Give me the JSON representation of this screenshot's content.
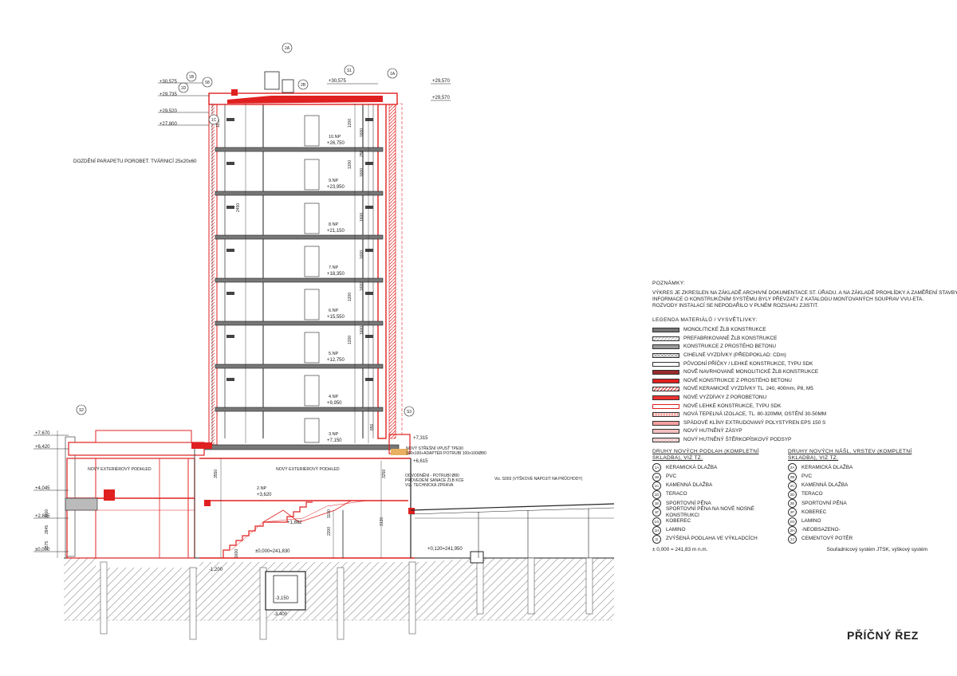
{
  "title": "PŘÍČNÝ ŘEZ",
  "notes": {
    "heading": "POZNÁMKY:",
    "lines": [
      "VÝKRES JE ZKRESLEN NA ZÁKLADĚ ARCHIVNÍ DOKUMENTACE ST. ÚŘADU. A NA ZÁKLADĚ PROHLÍDKY A ZAMĚŘENÍ STAVBY.",
      "INFORMACE O KONSTRUKČNÍM SYSTÉMU BYLY PŘEVZATY Z KATALOGU MONTOVANÝCH SOUPRAV VVU-ETA.",
      "ROZVODY INSTALACÍ SE NEPODAŘILO V PLNÉM ROZSAHU ZJISTIT."
    ]
  },
  "legend": {
    "heading": "LEGENDA MATERIÁLŮ / VYSVĚTLIVKY:",
    "items": [
      {
        "label": "MONOLITICKÉ ŽLB KONSTRUKCE",
        "fill": "#777777",
        "pattern": "solid"
      },
      {
        "label": "PREFABRIKOVANÉ ŽLB KONSTRUKCE",
        "fill": "#bbbbbb",
        "pattern": "hatch"
      },
      {
        "label": "KONSTRUKCE Z PROSTÉHO BETONU",
        "fill": "#999999",
        "pattern": "solid"
      },
      {
        "label": "CIHELNÉ VYZDÍVKY (PŘEDPOKLAD: CDm)",
        "fill": "#aaaaaa",
        "pattern": "cross"
      },
      {
        "label": "PŮVODNÍ PŘÍČKY / LEHKÉ KONSTRUKCE, TYPU SDK",
        "fill": "#ffffff",
        "pattern": "solid"
      },
      {
        "label": "NOVĚ NAVRHOVANÉ MONOLITICKÉ ŽLB KONSTRUKCE",
        "fill": "#9a2a2a",
        "pattern": "solid"
      },
      {
        "label": "NOVÉ KONSTRUKCE Z PROSTÉHO BETONU",
        "fill": "#e02020",
        "pattern": "solid"
      },
      {
        "label": "NOVÉ KERAMICKÉ VYZDÍVKY TL. 240, 400mm, P8, M5",
        "fill": "#e03030",
        "pattern": "hatch"
      },
      {
        "label": "NOVÉ VYZDÍVKY Z POROBETONU",
        "fill": "#ee3333",
        "pattern": "solid"
      },
      {
        "label": "NOVÉ LEHKÉ KONSTRUKCE, TYPU SDK",
        "fill": "#ffffff",
        "pattern": "red-outline"
      },
      {
        "label": "NOVÁ TEPELNÁ IZOLACE, TL. 80-320MM, OSTĚNÍ 30-50MM",
        "fill": "#f08080",
        "pattern": "dots"
      },
      {
        "label": "SPÁDOVÉ KLÍNY EXTRUDOVANÝ POLYSTYREN EPS 150 S",
        "fill": "#f4a0a0",
        "pattern": "solid"
      },
      {
        "label": "NOVÝ HUTNĚNÝ ZÁSYP",
        "fill": "#f3c0c0",
        "pattern": "solid"
      },
      {
        "label": "NOVÝ HUTNĚNÝ ŠTĚRKOPÍSKOVÝ PODSYP",
        "fill": "#e8b0b0",
        "pattern": "cross"
      }
    ]
  },
  "floors": {
    "heading": "DRUHY NOVÝCH PODLAH (KOMPLETNÍ SKLADBA), VIZ TZ.",
    "items": [
      {
        "code": "1A",
        "label": "KERAMICKÁ DLAŽBA"
      },
      {
        "code": "1B",
        "label": "PVC"
      },
      {
        "code": "1C",
        "label": "KAMENNÁ DLAŽBA"
      },
      {
        "code": "1D",
        "label": "TERACO"
      },
      {
        "code": "1E",
        "label": "SPORTOVNÍ PĚNA"
      },
      {
        "code": "1F",
        "label": "SPORTOVNÍ PĚNA NA NOVÉ NOSNÉ KONSTRUKCI"
      },
      {
        "code": "1G",
        "label": "KOBEREC"
      },
      {
        "code": "1H",
        "label": "LAMINO"
      },
      {
        "code": "1I",
        "label": "ZVÝŠENÁ PODLAHA VE VÝKLADCÍCH"
      }
    ]
  },
  "layers": {
    "heading": "DRUHY NOVÝCH NÁŠL. VRSTEV (KOMPLETNÍ SKLADBA), VIZ TZ.",
    "items": [
      {
        "code": "2A",
        "label": "KERAMICKÁ DLAŽBA"
      },
      {
        "code": "2B",
        "label": "PVC"
      },
      {
        "code": "2C",
        "label": "KAMENNÁ DLAŽBA"
      },
      {
        "code": "2D",
        "label": "TERACO"
      },
      {
        "code": "2E",
        "label": "SPORTOVNÍ PĚNA"
      },
      {
        "code": "2F",
        "label": "KOBEREC"
      },
      {
        "code": "2G",
        "label": "LAMINO"
      },
      {
        "code": "2H",
        "label": "-NEOBSAZENO-"
      },
      {
        "code": "2J",
        "label": "CEMENTOVÝ POTĚR"
      }
    ]
  },
  "datum": "± 0,000 = 241,83 m n.m.",
  "coords": "Souřadnicový systém JTSK, výškový systém",
  "drawing": {
    "floor_labels": [
      "10.NP",
      "9.NP",
      "8.NP",
      "7.NP",
      "6.NP",
      "5.NP",
      "4.NP",
      "3.NP"
    ],
    "floor_levels": [
      "+26,750",
      "+23,950",
      "+21,150",
      "+18,350",
      "+15,550",
      "+12,750",
      "+9,950",
      "+7,150"
    ],
    "roof_levels": [
      "+30,575",
      "+29,735",
      "+29,520",
      "+27,800",
      "+30,575",
      "+29,570"
    ],
    "left_levels": [
      "+7,670",
      "+6,420",
      "+4,045",
      "+2,845",
      "±0,000"
    ],
    "right_levels": [
      "+7,315",
      "+6,615"
    ],
    "ground_levels": [
      "±0,000=241,830",
      "+0,120=241,950",
      "+3,620",
      "+1,882",
      "-1,200",
      "-3,150",
      "-3,400"
    ],
    "stair_label": "2.NP",
    "dims_tall": [
      "1600",
      "1200",
      "1600",
      "1200",
      "1600",
      "2450",
      "1600",
      "1200",
      "1600",
      "1200",
      "1600",
      "850",
      "3250",
      "3130",
      "3550",
      "1100",
      "2200",
      "1600",
      "1200",
      "2845",
      "2375",
      "1135",
      "250"
    ],
    "annotations": {
      "parapet": "DOZDĚNÍ PARAPETU POROBET. TVÁRNICÍ 25x20x60",
      "roof_drain": "NOVÝ STŘEŠNÍ VPUSŤ TPE90",
      "roof_drain2": "100x100+ADAPTÉR POTRUBÍ 100x100/Ø80",
      "soffit_left": "NOVÝ EXTERIÉROVÝ PODHLED",
      "soffit_mid": "NOVÝ EXTERIÉROVÝ PODHLED",
      "pipe": "ODVODNĚNÍ - POTRUBÍ Ø80",
      "pipe2": "PROVEDENÍ SANACE ŽLB KCE",
      "pipe3": "VIZ. TECHNICKÁ ZPRÁVA",
      "s003": "Viz. S003 (VÝŠKOVÉ NAPOJIT NA PRŮCHODY)"
    },
    "markers": [
      "S1",
      "S2",
      "S3",
      "58",
      "1A",
      "1B",
      "1C",
      "1D",
      "2A",
      "2B"
    ]
  },
  "colors": {
    "red": "#e02020",
    "line": "#222222",
    "hatch": "#777777"
  }
}
